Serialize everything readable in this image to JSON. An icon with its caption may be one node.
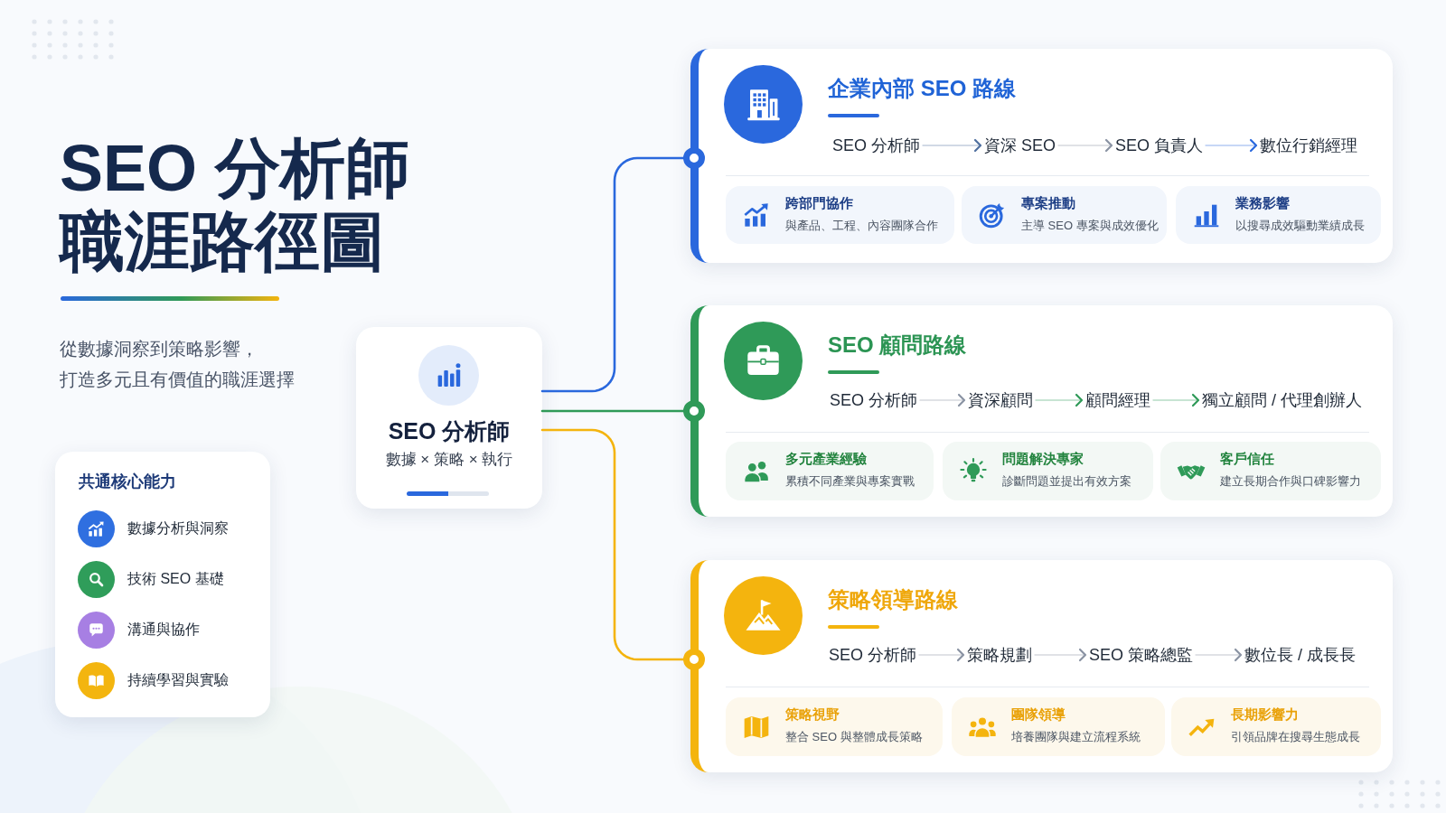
{
  "diagram": {
    "title": "SEO 分析師職涯路徑圖",
    "nodes": [
      {
        "text": [
          "共通核心能力",
          "數據分析與洞察",
          "技術 SEO 基礎",
          "溝通與協作",
          "持續學習與實驗"
        ]
      },
      {
        "text": [
          "SEO 分析師",
          "數據 × 策略 × 執行"
        ]
      },
      {
        "text": [
          "企業內部 SEO 路線"
        ]
      },
      {
        "text": [
          "SEO 分析師"
        ],
        "in": 2
      },
      {
        "text": [
          "資深 SEO"
        ],
        "in": 2
      },
      {
        "text": [
          "SEO 負責人"
        ],
        "in": 2
      },
      {
        "text": [
          "數位行銷經理"
        ],
        "in": 2
      },
      {
        "text": [
          "跨部門協作",
          "與產品、工程、內容團隊合作"
        ],
        "in": 2
      },
      {
        "text": [
          "專案推動",
          "主導 SEO 專案與成效優化"
        ],
        "in": 2
      },
      {
        "text": [
          "業務影響",
          "以搜尋成效驅動業績成長"
        ],
        "in": 2
      },
      {
        "text": [
          "SEO 顧問路線"
        ]
      },
      {
        "text": [
          "SEO 分析師"
        ],
        "in": 10
      },
      {
        "text": [
          "資深顧問"
        ],
        "in": 10
      },
      {
        "text": [
          "顧問經理"
        ],
        "in": 10
      },
      {
        "text": [
          "獨立顧問 / 代理創辦人"
        ],
        "in": 10
      },
      {
        "text": [
          "多元產業經驗",
          "累積不同產業與專案實戰"
        ],
        "in": 10
      },
      {
        "text": [
          "問題解決專家",
          "診斷問題並提出有效方案"
        ],
        "in": 10
      },
      {
        "text": [
          "客戶信任",
          "建立長期合作與口碑影響力"
        ],
        "in": 10
      },
      {
        "text": [
          "策略領導路線"
        ]
      },
      {
        "text": [
          "SEO 分析師"
        ],
        "in": 18
      },
      {
        "text": [
          "策略規劃"
        ],
        "in": 18
      },
      {
        "text": [
          "SEO 策略總監"
        ],
        "in": 18
      },
      {
        "text": [
          "數位長 / 成長長"
        ],
        "in": 18
      },
      {
        "text": [
          "策略視野",
          "整合 SEO 與整體成長策略"
        ],
        "in": 18
      },
      {
        "text": [
          "團隊領導",
          "培養團隊與建立流程系統"
        ],
        "in": 18
      },
      {
        "text": [
          "長期影響力",
          "引領品牌在搜尋生態成長"
        ],
        "in": 18
      }
    ],
    "edges": [
      {
        "from": 1,
        "to": 2,
        "arrow": "other",
        "color": "#2a68dd"
      },
      {
        "from": 1,
        "to": 10,
        "arrow": "other",
        "color": "#2f9a58"
      },
      {
        "from": 1,
        "to": 18,
        "arrow": "other",
        "color": "#f4b40e"
      },
      {
        "from": 3,
        "to": 4,
        "arrow": "to",
        "color": "#4f6f9f"
      },
      {
        "from": 4,
        "to": 5,
        "arrow": "to"
      },
      {
        "from": 5,
        "to": 6,
        "arrow": "to",
        "color": "#2a68dd"
      },
      {
        "from": 11,
        "to": 12,
        "arrow": "to"
      },
      {
        "from": 12,
        "to": 13,
        "arrow": "to",
        "color": "#2f9a58"
      },
      {
        "from": 13,
        "to": 14,
        "arrow": "to",
        "color": "#2f9a58"
      },
      {
        "from": 19,
        "to": 20,
        "arrow": "to"
      },
      {
        "from": 20,
        "to": 21,
        "arrow": "to"
      },
      {
        "from": 21,
        "to": 22,
        "arrow": "to"
      }
    ],
    "labels": [
      "從數據洞察到策略影響，打造多元且有價值的職涯選擇"
    ]
  }
}
